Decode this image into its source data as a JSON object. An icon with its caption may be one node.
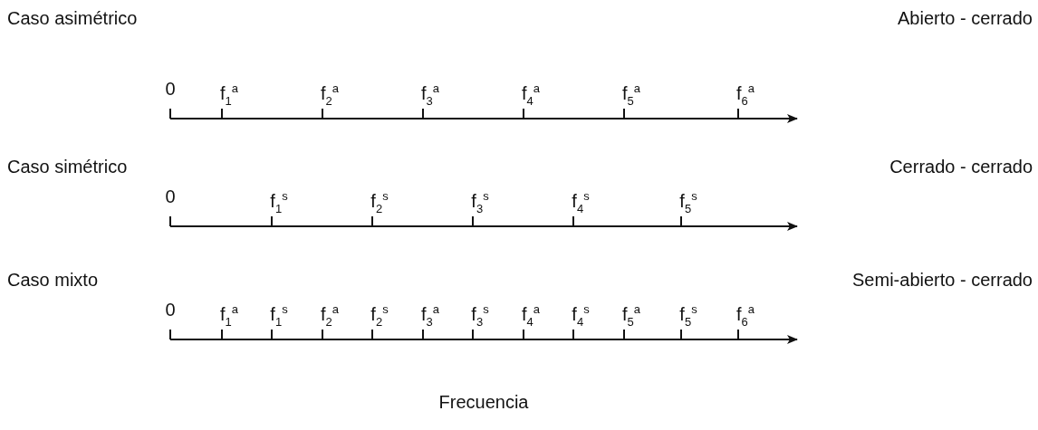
{
  "diagram": {
    "labels": [
      "Caso asimétrico",
      "Abierto - cerrado",
      "0",
      "f$_{1}$$^{a}$",
      "f$_{2}$$^{a}$",
      "f$_{3}$$^{a}$",
      "f$_{4}$$^{a}$",
      "f$_{5}$$^{a}$",
      "f$_{6}$$^{a}$",
      "Caso simétrico",
      "Cerrado - cerrado",
      "0",
      "f$_{1}$$^{s}$",
      "f$_{2}$$^{s}$",
      "f$_{3}$$^{s}$",
      "f$_{4}$$^{s}$",
      "f$_{5}$$^{s}$",
      "Caso mixto",
      "Semi-abierto - cerrado",
      "0",
      "f$_{1}$$^{a}$",
      "f$_{1}$$^{s}$",
      "f$_{2}$$^{a}$",
      "f$_{2}$$^{s}$",
      "f$_{3}$$^{a}$",
      "f$_{3}$$^{s}$",
      "f$_{4}$$^{a}$",
      "f$_{4}$$^{s}$",
      "f$_{5}$$^{a}$",
      "f$_{5}$$^{s}$",
      "f$_{6}$$^{a}$",
      "Frecuencia"
    ]
  }
}
